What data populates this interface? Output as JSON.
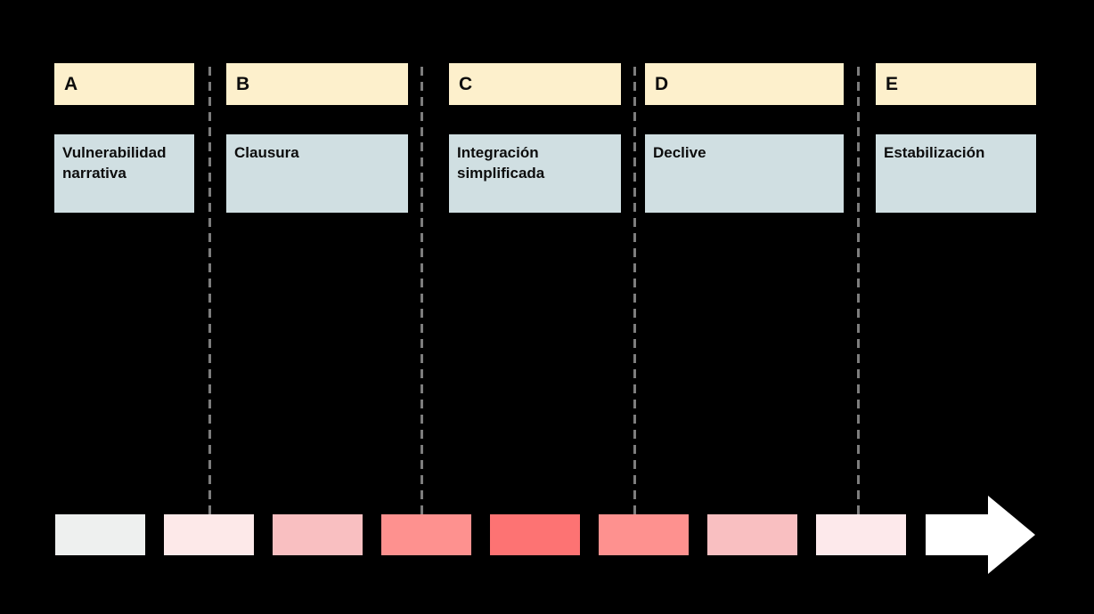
{
  "diagram": {
    "phases": [
      {
        "letter": "A",
        "label": "Vulnerabilidad narrativa"
      },
      {
        "letter": "B",
        "label": "Clausura"
      },
      {
        "letter": "C",
        "label": "Integración simplificada"
      },
      {
        "letter": "D",
        "label": "Declive"
      },
      {
        "letter": "E",
        "label": "Estabilización"
      }
    ],
    "heat_strip": {
      "cells": [
        "#eef0ef",
        "#fde9e9",
        "#f9bfc1",
        "#fe918f",
        "#fd7373",
        "#fe918f",
        "#f9bfc1",
        "#fde9eb"
      ]
    },
    "icons": {
      "arrow": "right-arrow-icon"
    },
    "colors": {
      "canvas_bg": "#000000",
      "header_bg": "#fdf0cc",
      "label_bg": "#d0dfe2",
      "text": "#0d0d0d",
      "dash": "#7d7d7d",
      "arrow": "#ffffff"
    }
  }
}
